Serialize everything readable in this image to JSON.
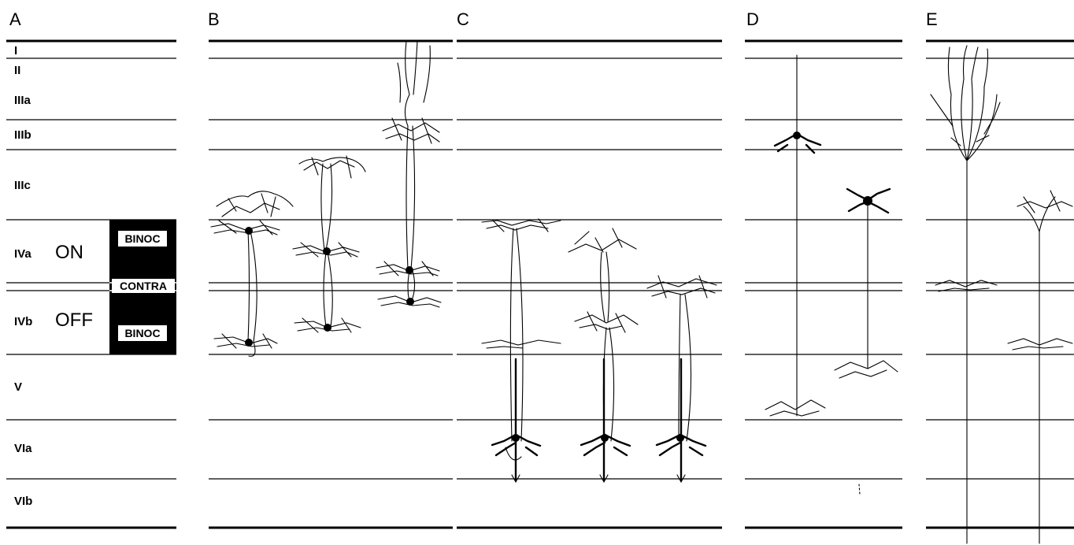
{
  "panels": {
    "a": "A",
    "b": "B",
    "c": "C",
    "d": "D",
    "e": "E"
  },
  "layers": [
    "I",
    "II",
    "IIIa",
    "IIIb",
    "IIIc",
    "IVa",
    "IVb",
    "V",
    "VIa",
    "VIb"
  ],
  "pathways": {
    "on": "ON",
    "off": "OFF"
  },
  "eye_boxes": {
    "top": "BINOC",
    "middle": "CONTRA",
    "bottom": "BINOC"
  },
  "colors": {
    "ink": "#000000",
    "background": "#ffffff",
    "box_fill": "#000000"
  }
}
